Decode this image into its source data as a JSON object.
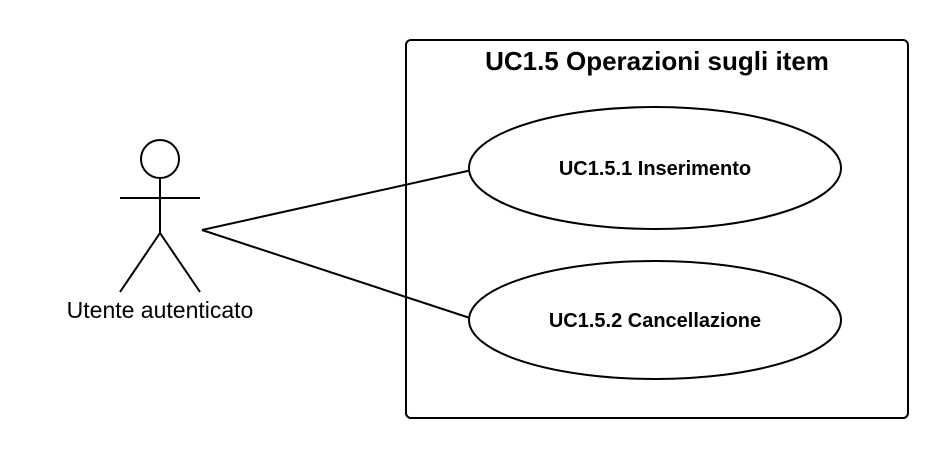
{
  "system": {
    "title": "UC1.5 Operazioni sugli item"
  },
  "actor": {
    "label": "Utente autenticato"
  },
  "use_cases": [
    {
      "label": "UC1.5.1 Inserimento"
    },
    {
      "label": "UC1.5.2 Cancellazione"
    }
  ],
  "colors": {
    "stroke": "#000000",
    "background": "#ffffff"
  }
}
